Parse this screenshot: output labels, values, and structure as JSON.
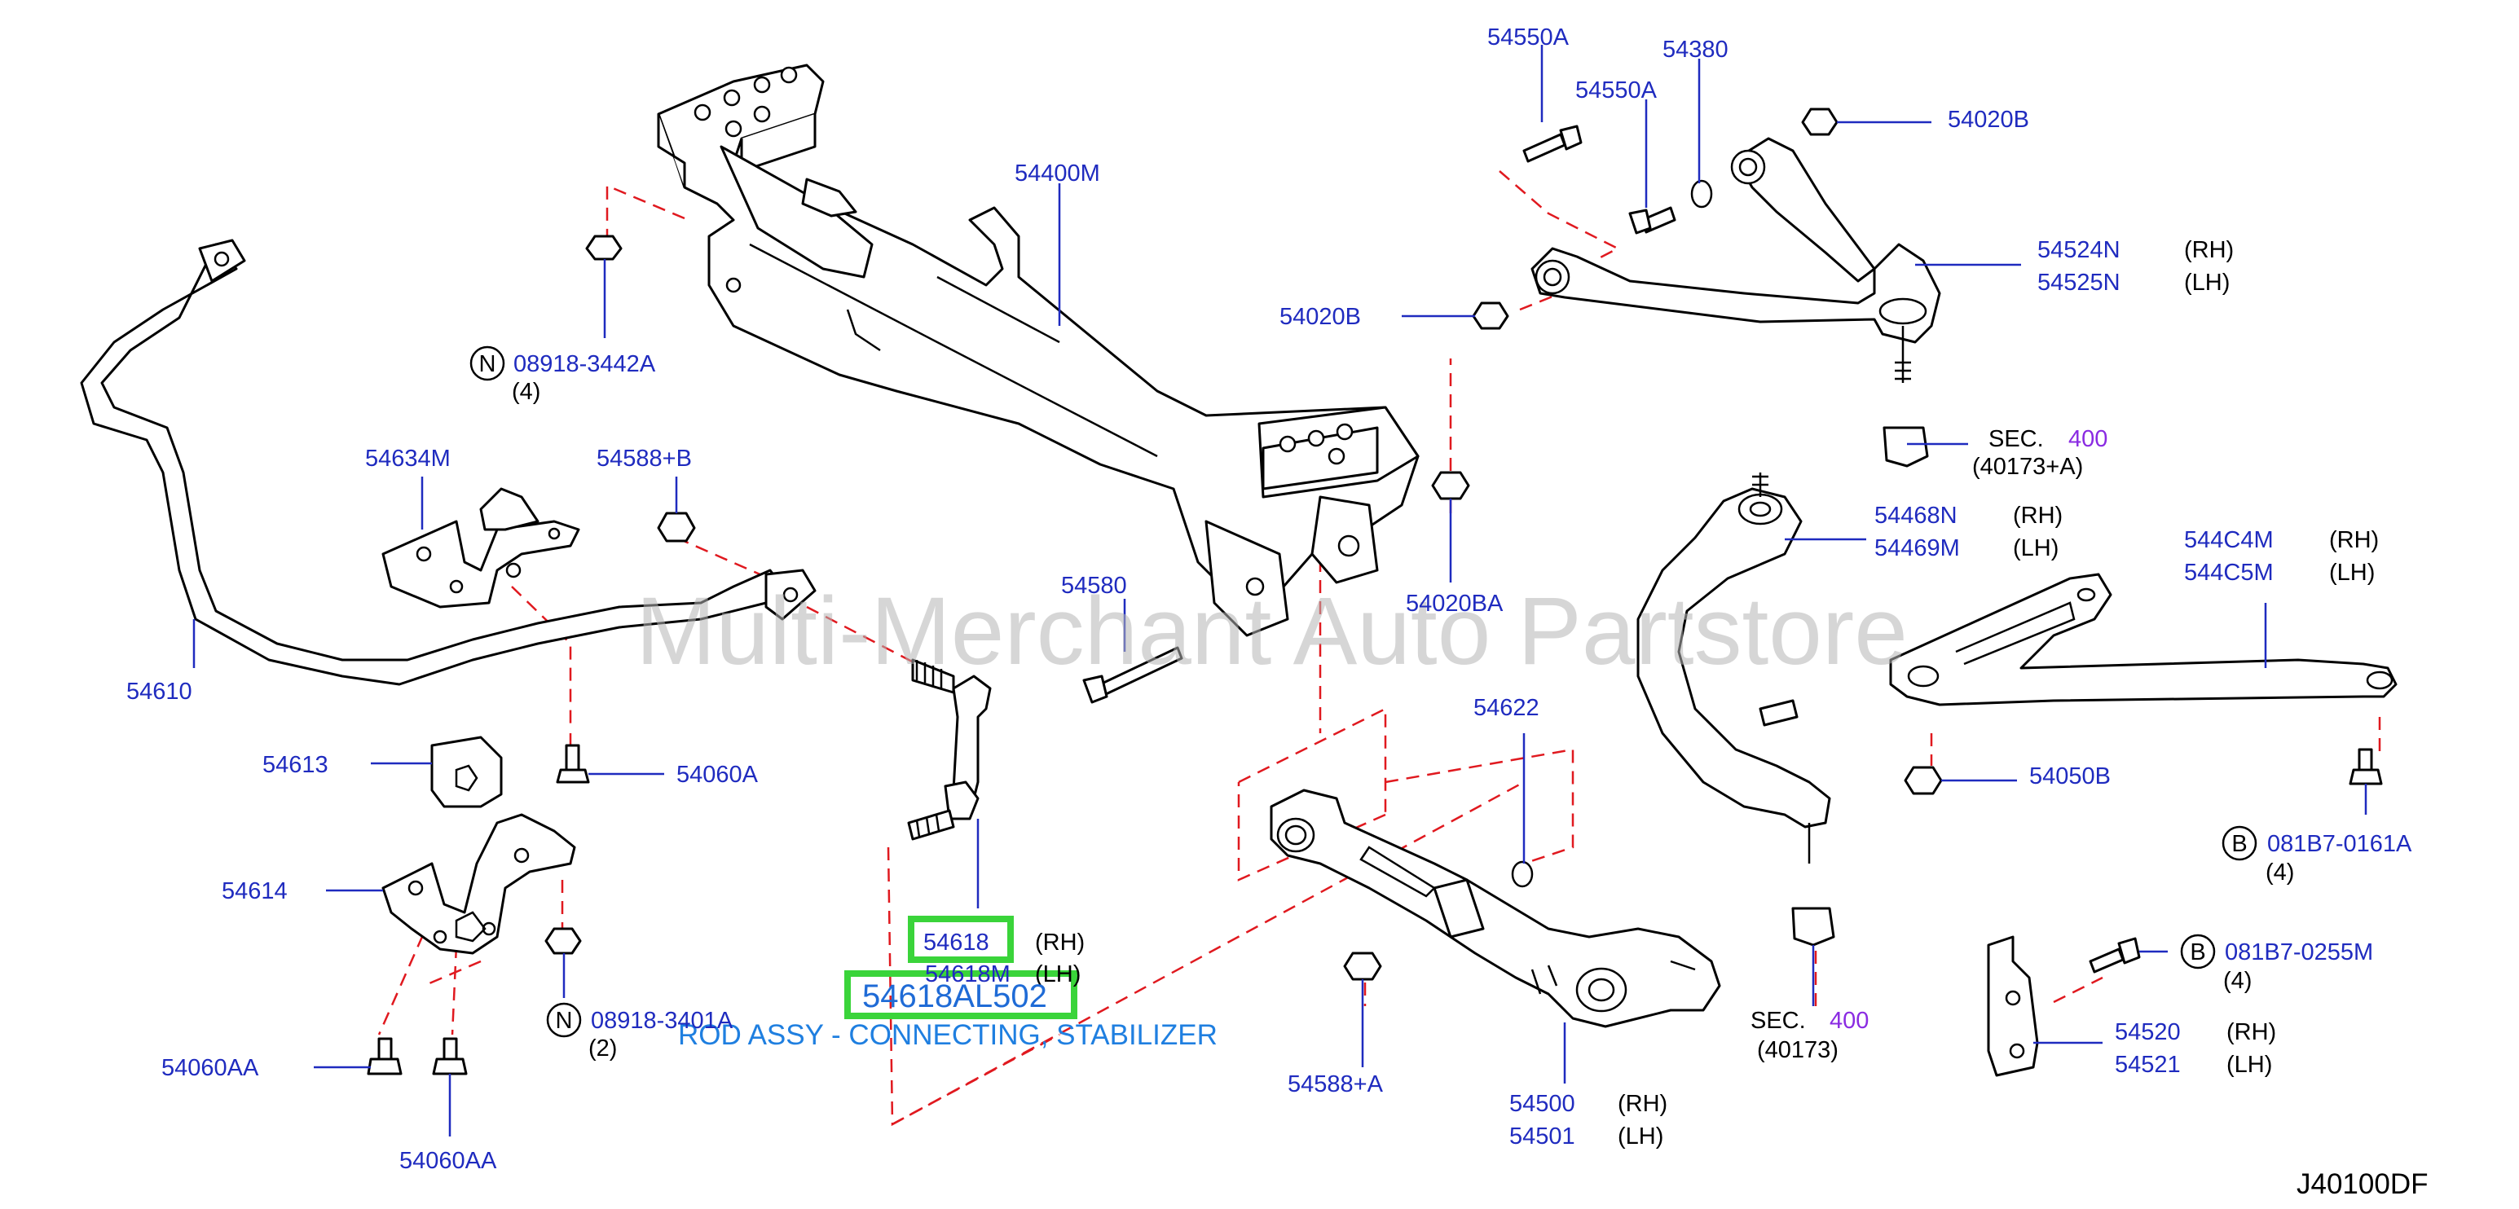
{
  "diagram_code": "J40100DF",
  "watermark": "Multi-Merchant Auto Partstore",
  "highlight": {
    "part_number": "54618AL502",
    "description": "ROD ASSY - CONNECTING, STABILIZER"
  },
  "labels": {
    "p54550A_top": "54550A",
    "p54550A_mid": "54550A",
    "p54380": "54380",
    "p54020B_top": "54020B",
    "p54400M": "54400M",
    "p54524N": "54524N",
    "p54524N_side": "(RH)",
    "p54525N": "54525N",
    "p54525N_side": "(LH)",
    "p54020B_left": "54020B",
    "n08918_3442A": "08918-3442A",
    "n08918_3442A_qty": "(4)",
    "sec400_top": "SEC.",
    "sec400_top_num": "400",
    "sec400_top_sub": "(40173+A)",
    "p54634M": "54634M",
    "p54588B": "54588+B",
    "p54468N": "54468N",
    "p54468N_side": "(RH)",
    "p54469M": "54469M",
    "p54469M_side": "(LH)",
    "p544C4M": "544C4M",
    "p544C4M_side": "(RH)",
    "p544C5M": "544C5M",
    "p544C5M_side": "(LH)",
    "p54580": "54580",
    "p54020BA": "54020BA",
    "p54610": "54610",
    "p54622": "54622",
    "p54613": "54613",
    "p54060A": "54060A",
    "p54050B": "54050B",
    "b081B7_0161A": "081B7-0161A",
    "b081B7_0161A_qty": "(4)",
    "p54614": "54614",
    "p54618": "54618",
    "p54618_side": "(RH)",
    "p54618M": "54618M",
    "p54618M_side": "(LH)",
    "b081B7_0255M": "081B7-0255M",
    "b081B7_0255M_qty": "(4)",
    "n08918_3401A": "08918-3401A",
    "n08918_3401A_qty": "(2)",
    "sec400_bot": "SEC.",
    "sec400_bot_num": "400",
    "sec400_bot_sub": "(40173)",
    "p54520": "54520",
    "p54520_side": "(RH)",
    "p54521": "54521",
    "p54521_side": "(LH)",
    "p54060AA_left": "54060AA",
    "p54060AA_bottom": "54060AA",
    "p54588A": "54588+A",
    "p54500": "54500",
    "p54500_side": "(RH)",
    "p54501": "54501",
    "p54501_side": "(LH)",
    "circle_n": "N",
    "circle_b": "B"
  },
  "colors": {
    "part_number": "#1f2bbf",
    "highlight_box": "#3ad43a",
    "dashed_line": "#e0191f",
    "section_number": "#8a2be2",
    "description": "#1f7fe0"
  }
}
